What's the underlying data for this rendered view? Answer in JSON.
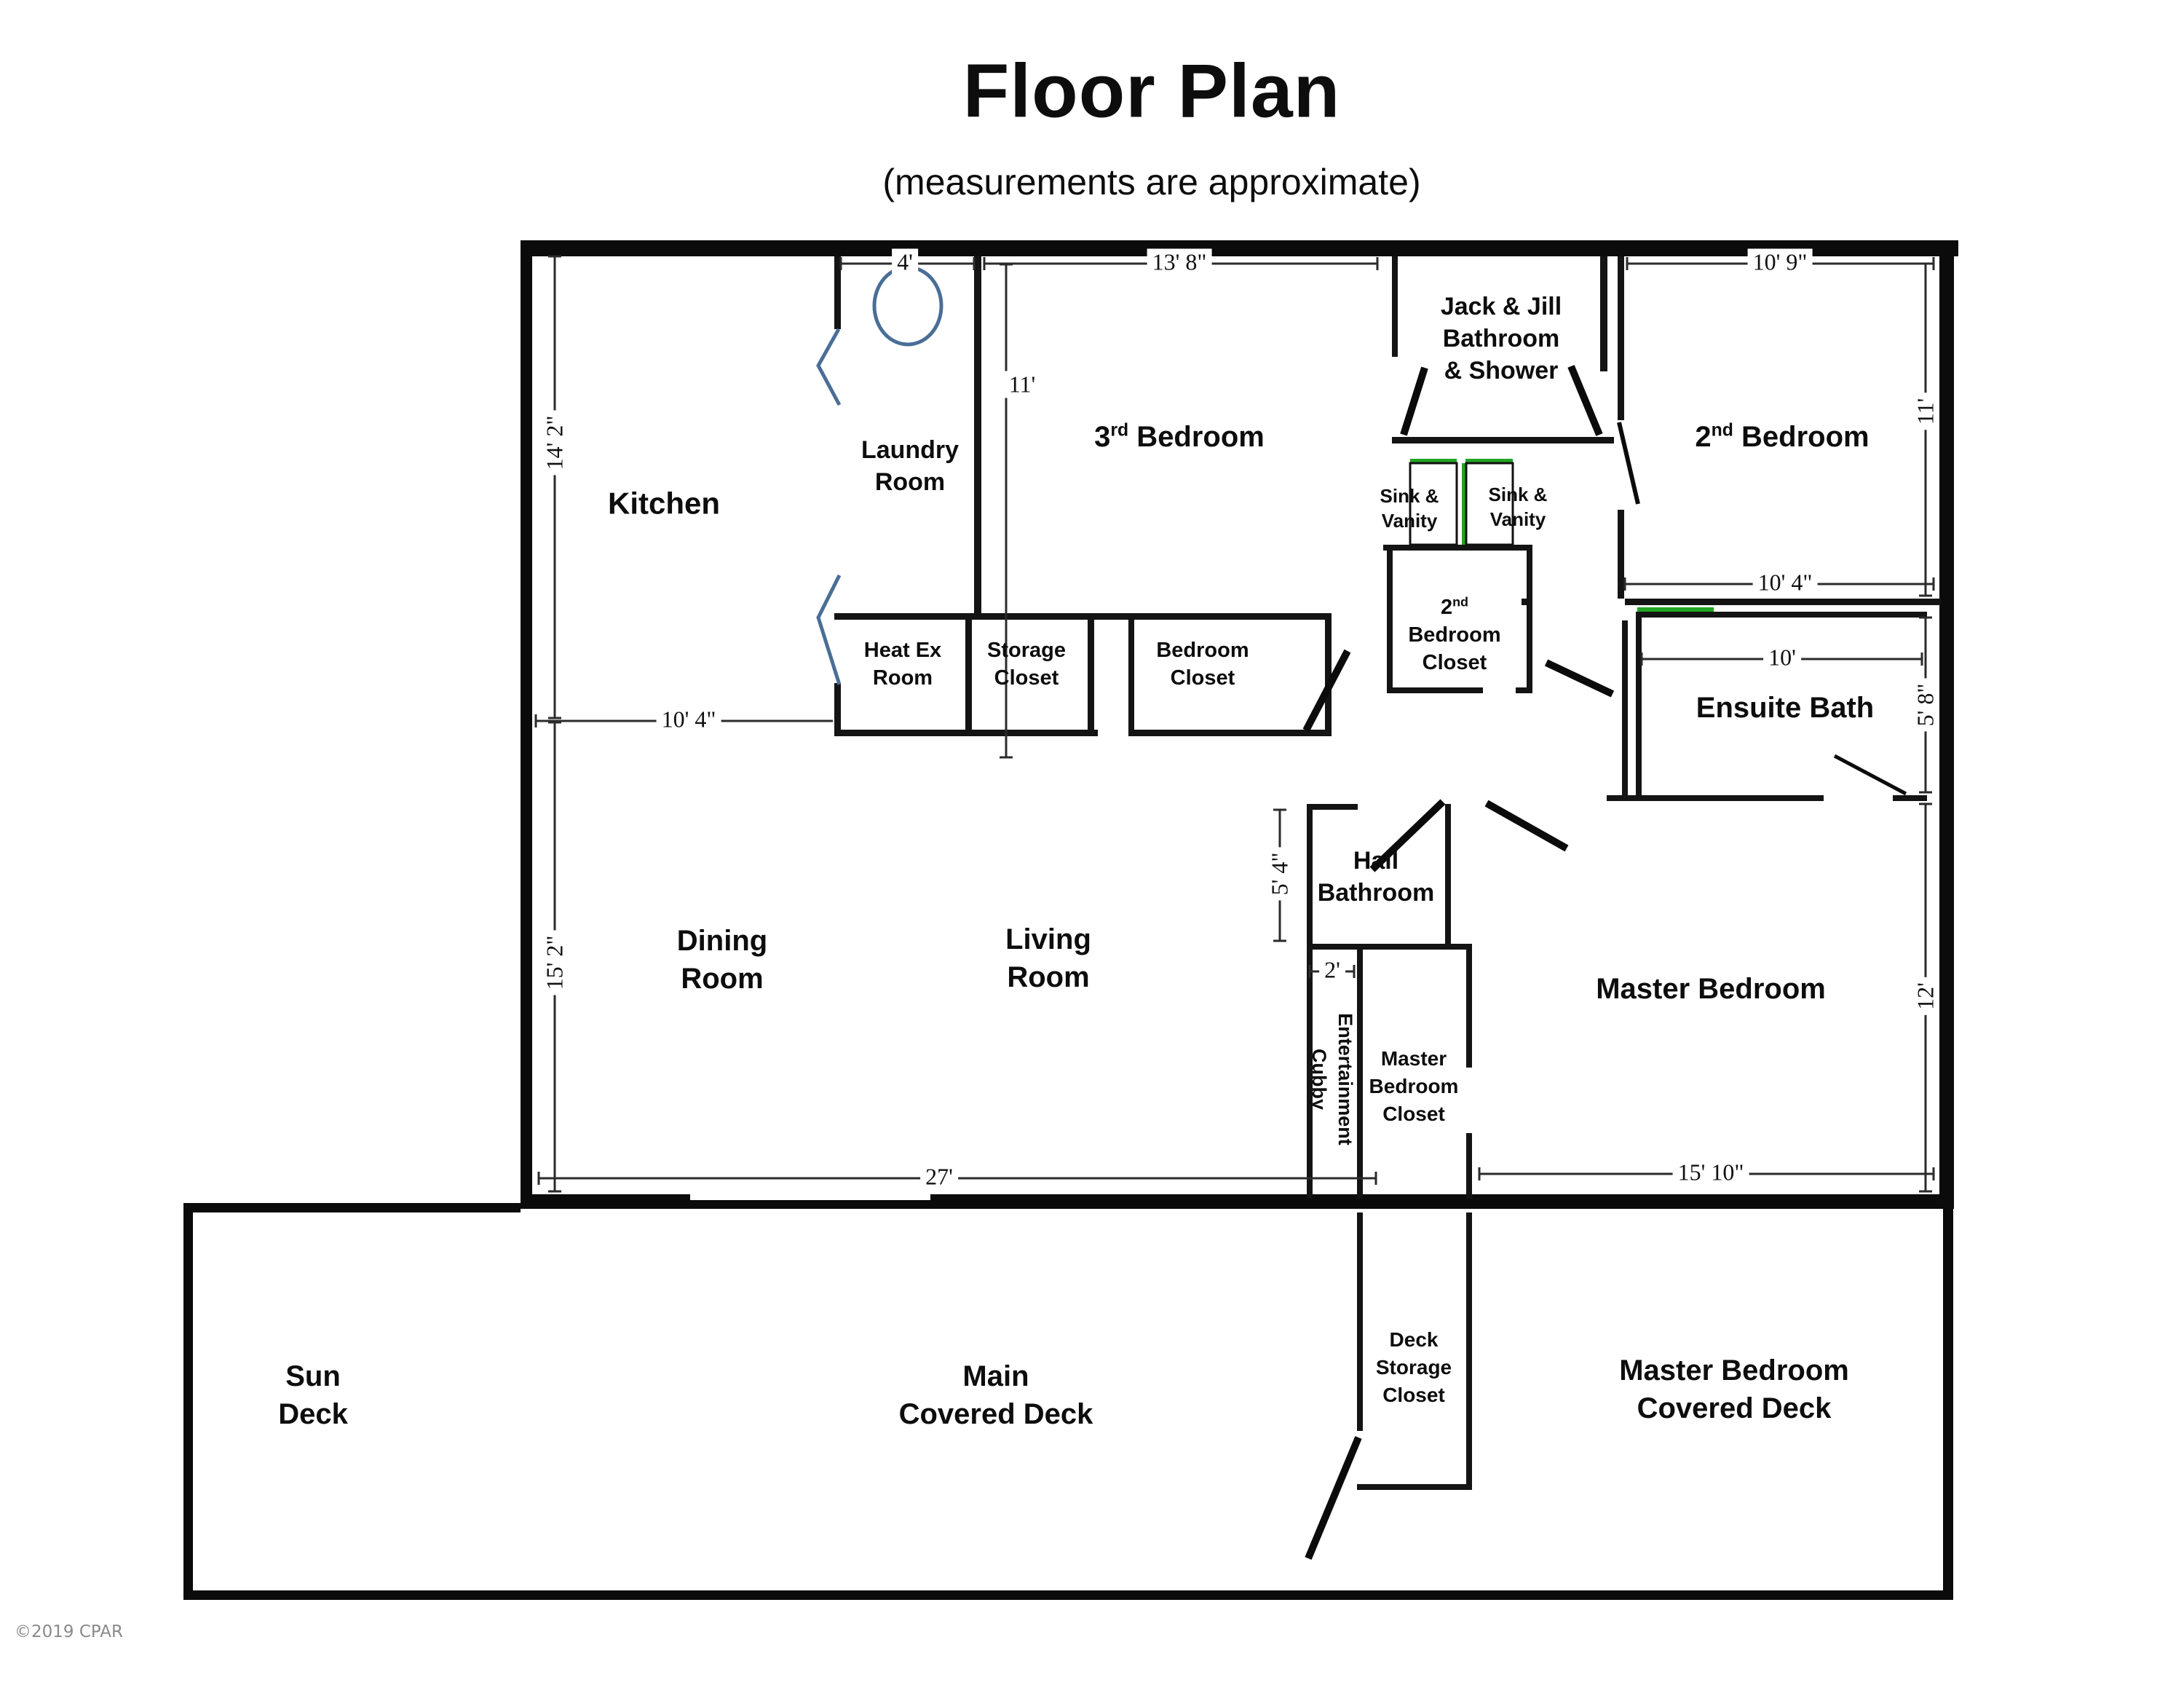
{
  "title": "Floor Plan",
  "subtitle": "(measurements are approximate)",
  "watermark": "©2019 CPAR",
  "colors": {
    "wall": "#0b0b0b",
    "interior_wall": "#141414",
    "door_swing_blue": "#4a6e96",
    "vanity_green": "#22a522",
    "dimension": "#2b2b2b"
  },
  "rooms": {
    "kitchen": {
      "label": "Kitchen"
    },
    "laundry": {
      "lines": [
        "Laundry",
        "Room"
      ]
    },
    "bedroom3": {
      "num": "3",
      "sup": "rd",
      "rest": " Bedroom"
    },
    "jackjill": {
      "lines": [
        "Jack & Jill",
        "Bathroom",
        "& Shower"
      ]
    },
    "bedroom2": {
      "num": "2",
      "sup": "nd",
      "rest": " Bedroom"
    },
    "sink_vanity_left": {
      "lines": [
        "Sink &",
        "Vanity"
      ]
    },
    "sink_vanity_right": {
      "lines": [
        "Sink &",
        "Vanity"
      ]
    },
    "heat_ex": {
      "lines": [
        "Heat Ex",
        "Room"
      ]
    },
    "storage_closet": {
      "lines": [
        "Storage",
        "Closet"
      ]
    },
    "bedroom_closet": {
      "lines": [
        "Bedroom",
        "Closet"
      ]
    },
    "bedroom2_closet": {
      "num": "2",
      "sup": "nd",
      "lines": [
        "Bedroom",
        "Closet"
      ]
    },
    "ensuite": {
      "label": "Ensuite Bath"
    },
    "hall_bath": {
      "lines": [
        "Hall",
        "Bathroom"
      ]
    },
    "dining": {
      "lines": [
        "Dining",
        "Room"
      ]
    },
    "living": {
      "lines": [
        "Living",
        "Room"
      ]
    },
    "master": {
      "label": "Master Bedroom"
    },
    "ent_cubby": {
      "lines": [
        "Entertainment",
        "Cubby"
      ]
    },
    "master_closet": {
      "lines": [
        "Master",
        "Bedroom",
        "Closet"
      ]
    },
    "deck_storage": {
      "lines": [
        "Deck",
        "Storage",
        "Closet"
      ]
    },
    "sun_deck": {
      "lines": [
        "Sun",
        "Deck"
      ]
    },
    "main_deck": {
      "lines": [
        "Main",
        "Covered Deck"
      ]
    },
    "master_deck": {
      "lines": [
        "Master Bedroom",
        "Covered Deck"
      ]
    }
  },
  "dimensions": {
    "laundry_width": "4'",
    "bed3_width": "13' 8\"",
    "bed2_width": "10' 9\"",
    "kitchen_height": "14' 2\"",
    "dining_height": "15' 2\"",
    "bed3_height": "11'",
    "bed2_height": "11'",
    "ensuite_top_width": "10' 4\"",
    "ensuite_width": "10'",
    "ensuite_height": "5' 8\"",
    "master_height": "12'",
    "hallbath_height": "5' 4\"",
    "cubby_width": "2'",
    "kitchen_width": "10' 4\"",
    "main_width": "27'",
    "master_width": "15' 10\""
  }
}
